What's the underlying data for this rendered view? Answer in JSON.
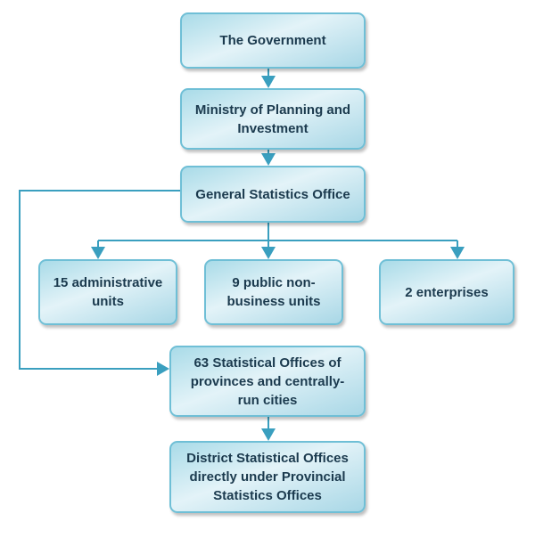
{
  "nodes": {
    "government": "The Government",
    "ministry": "Ministry of Planning and Investment",
    "gso": "General Statistics Office",
    "admin_units": "15 administrative units",
    "public_units": "9 public non-business units",
    "enterprises": "2 enterprises",
    "provincial_offices": "63 Statistical Offices of provinces and centrally-run cities",
    "district_offices": "District Statistical Offices directly under Provincial Statistics Offices"
  },
  "colors": {
    "line": "#3a9fbf",
    "text": "#1b3a4e"
  }
}
